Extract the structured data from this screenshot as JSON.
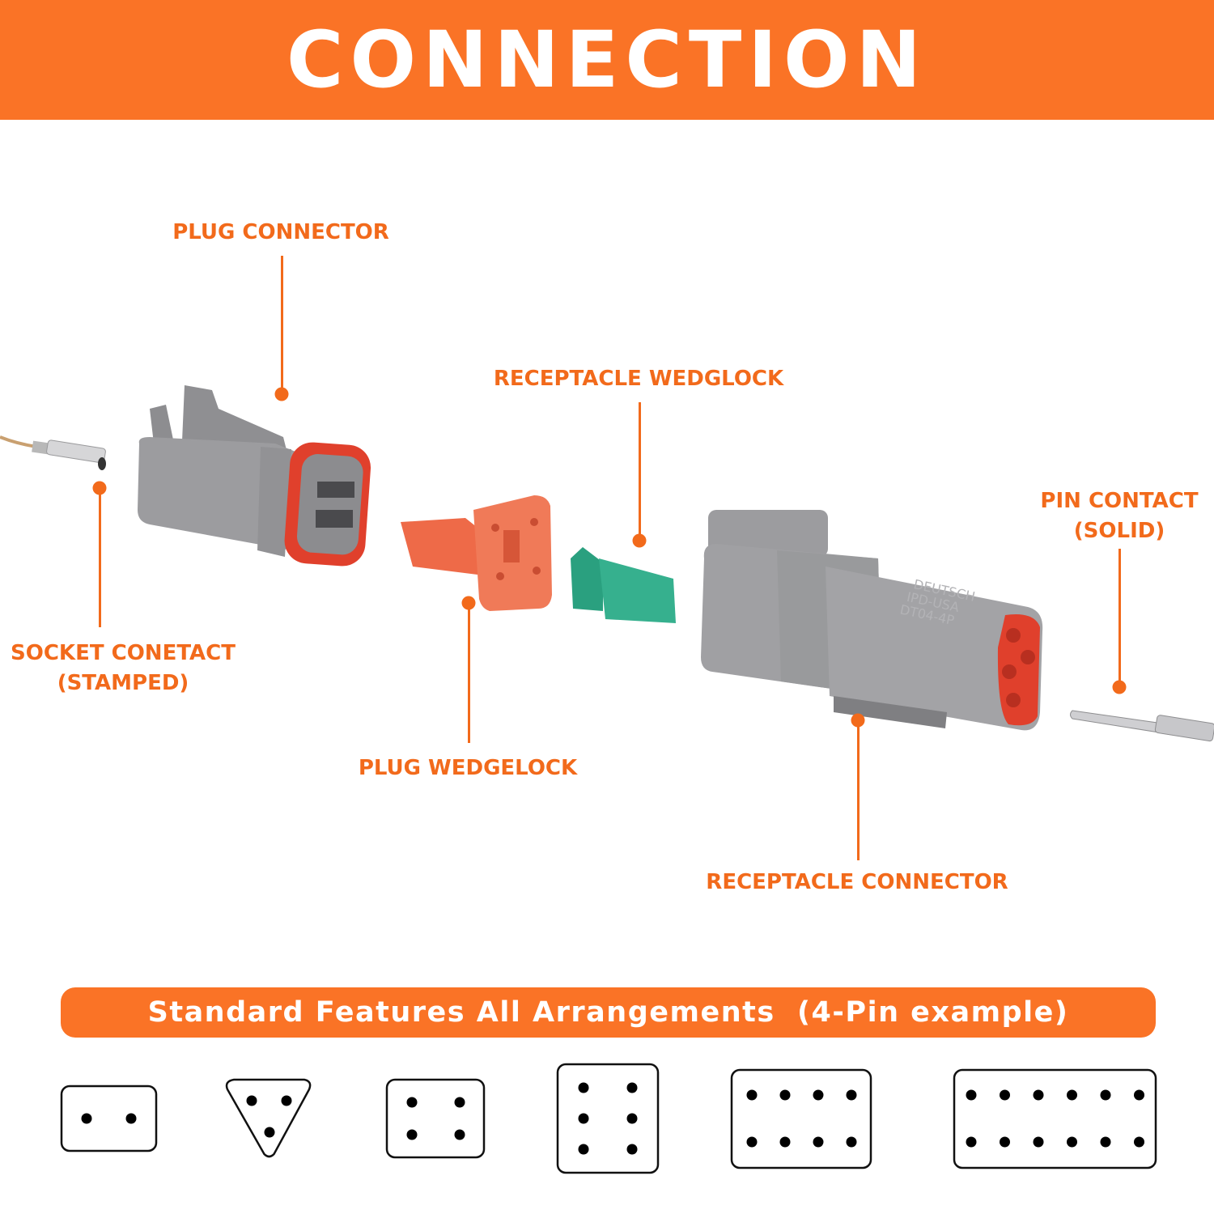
{
  "header": {
    "title": "CONNECTION"
  },
  "labels": {
    "plug_connector": "PLUG CONNECTOR",
    "receptacle_wedglock": "RECEPTACLE WEDGLOCK",
    "pin_contact_1": "PIN CONTACT",
    "pin_contact_2": "(SOLID)",
    "socket_contact_1": "SOCKET CONETACT",
    "socket_contact_2": "(STAMPED)",
    "plug_wedgelock": "PLUG WEDGELOCK",
    "receptacle_connector": "RECEPTACLE CONNECTOR"
  },
  "receptacle_marking": [
    "DEUTSCH",
    "IPD-USA",
    "DT04-4P"
  ],
  "banner": {
    "text": "Standard Features All Arrangements  (4-Pin example)"
  },
  "arrangements": [
    {
      "pins": 2,
      "shape": "rect"
    },
    {
      "pins": 3,
      "shape": "triangle"
    },
    {
      "pins": 4,
      "shape": "rect"
    },
    {
      "pins": 6,
      "shape": "rect"
    },
    {
      "pins": 8,
      "shape": "rect"
    },
    {
      "pins": 12,
      "shape": "rect"
    }
  ],
  "colors": {
    "accent": "#fa7326",
    "label": "#f26a1b",
    "housing": "#9a9a9c",
    "seal": "#e0402c",
    "wedge_plug": "#f07050",
    "wedge_receptacle": "#2fa886"
  }
}
